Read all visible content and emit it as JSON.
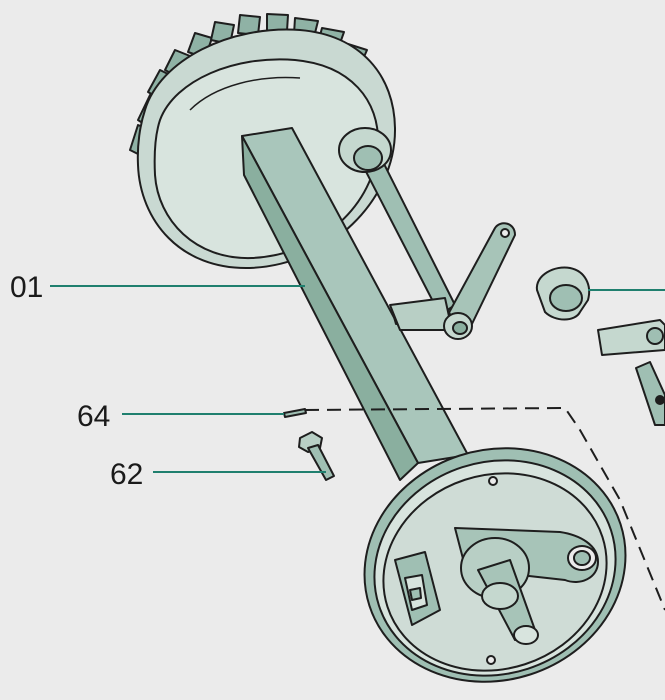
{
  "callouts": [
    {
      "label": "01"
    },
    {
      "label": "64"
    },
    {
      "label": "62"
    }
  ],
  "colors": {
    "background": "#ebebeb",
    "part_fill": "#9fbfb3",
    "part_light": "#d5e2dc",
    "part_dark": "#7fa597",
    "outline": "#1e1e1e",
    "leader_line": "#1f7f6e"
  }
}
